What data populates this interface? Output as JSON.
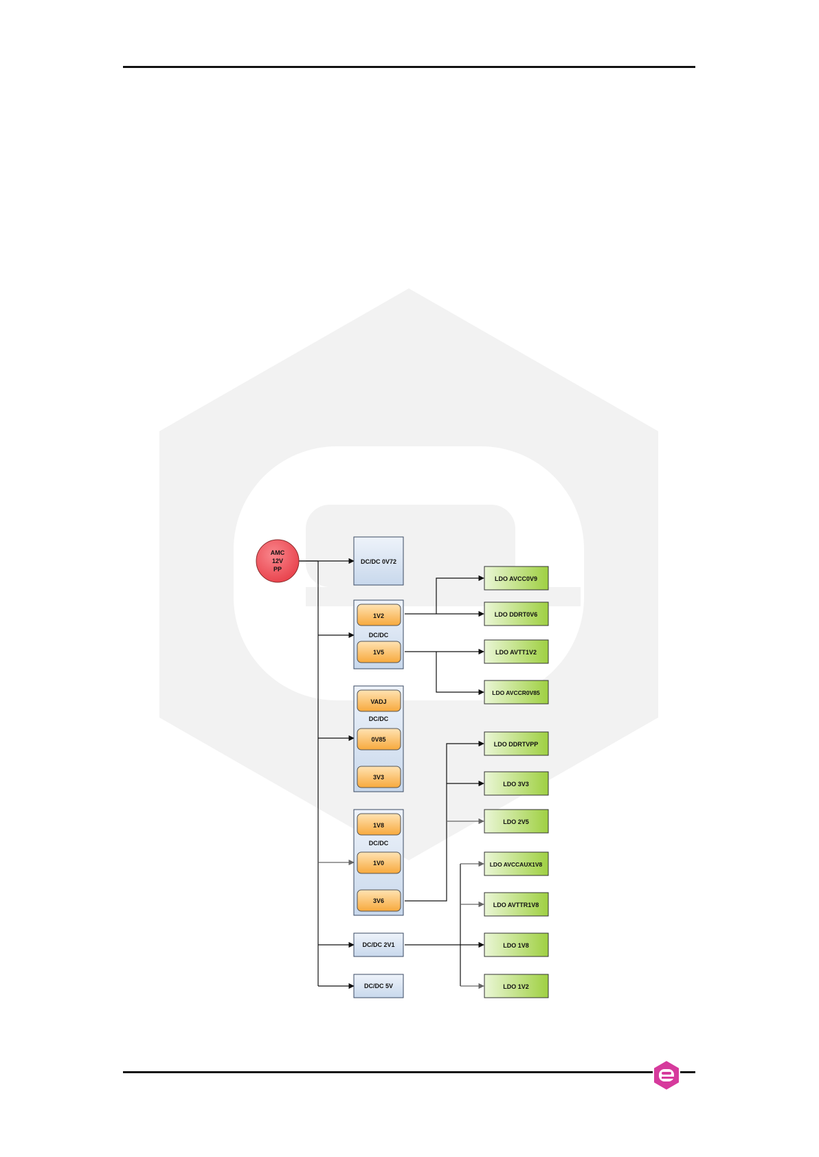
{
  "colors": {
    "rule": "#111111",
    "watermark": "#f2f2f2",
    "source_red": "#e8404a",
    "dcdc_fill": "#c8d8ec",
    "dcdc_stroke": "#3a4a63",
    "rail_orange": "#f7a93d",
    "ldo_green": "#9fd042",
    "logo_magenta": "#d63a9c"
  },
  "icons": {
    "watermark": "hexagon-e-watermark-icon",
    "logo": "hexagon-e-logo-icon"
  },
  "source": {
    "lines": [
      "AMC",
      "12V",
      "PP"
    ]
  },
  "dcdc_blocks": [
    {
      "id": "dcdc-0v72",
      "label": "DC/DC 0V72",
      "rails": []
    },
    {
      "id": "dcdc-1",
      "label": "DC/DC",
      "rails": [
        "1V2",
        "1V5"
      ]
    },
    {
      "id": "dcdc-2",
      "label": "DC/DC",
      "rails": [
        "VADJ",
        "0V85",
        "3V3"
      ]
    },
    {
      "id": "dcdc-3",
      "label": "DC/DC",
      "rails": [
        "1V8",
        "1V0",
        "3V6"
      ]
    },
    {
      "id": "dcdc-2v1",
      "label": "DC/DC 2V1",
      "rails": []
    },
    {
      "id": "dcdc-5v",
      "label": "DC/DC 5V",
      "rails": []
    }
  ],
  "ldos": [
    "LDO AVCC0V9",
    "LDO DDRT0V6",
    "LDO AVTT1V2",
    "LDO AVCCR0V85",
    "LDO DDRTVPP",
    "LDO 3V3",
    "LDO 2V5",
    "LDO AVCCAUX1V8",
    "LDO AVTTR1V8",
    "LDO 1V8",
    "LDO 1V2"
  ]
}
